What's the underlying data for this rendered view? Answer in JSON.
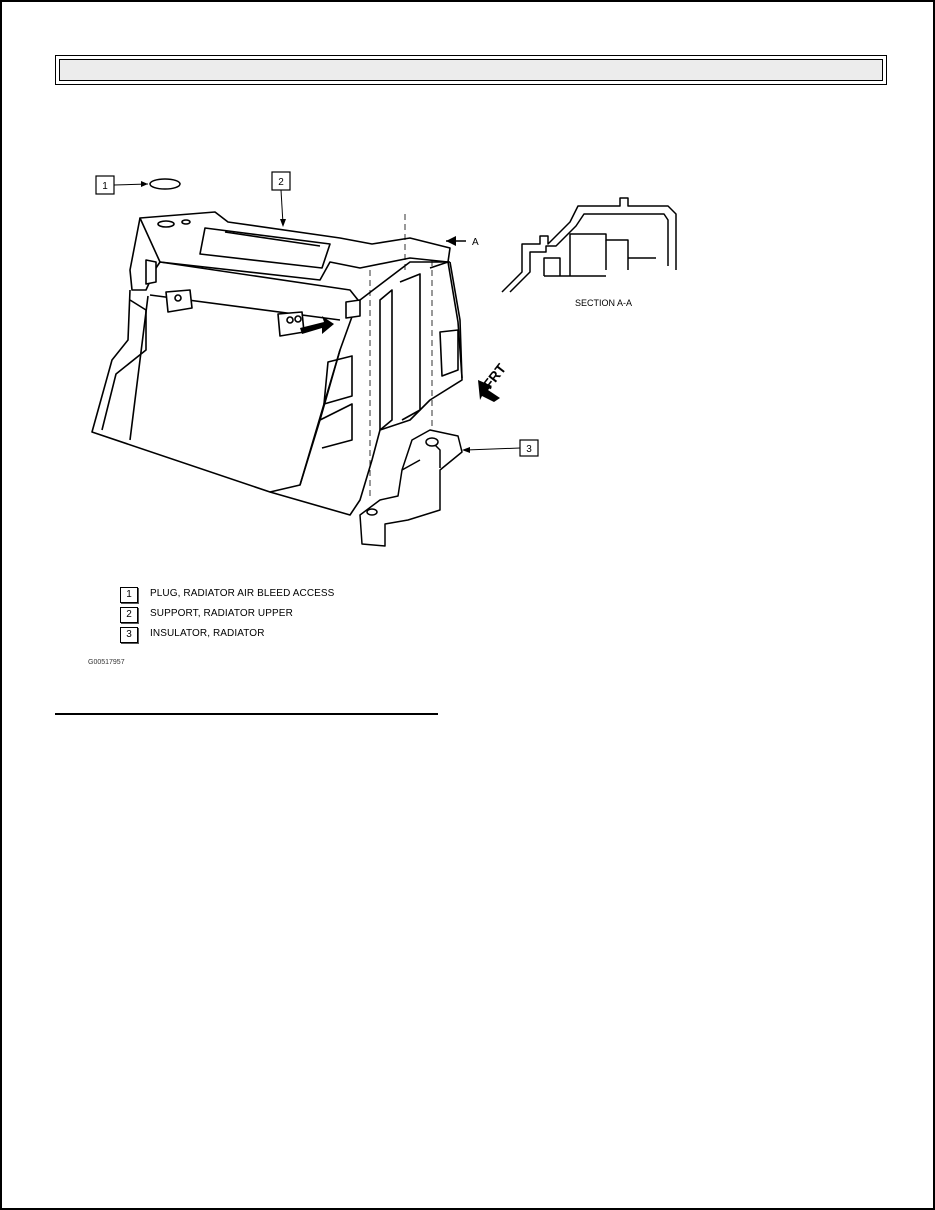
{
  "diagram": {
    "callouts": [
      {
        "num": "1"
      },
      {
        "num": "2"
      },
      {
        "num": "3"
      }
    ],
    "section_marker": "A",
    "section_label": "SECTION A-A",
    "front_label": "FRT"
  },
  "legend": [
    {
      "num": "1",
      "text": "PLUG, RADIATOR AIR BLEED ACCESS"
    },
    {
      "num": "2",
      "text": "SUPPORT, RADIATOR UPPER"
    },
    {
      "num": "3",
      "text": "INSULATOR, RADIATOR"
    }
  ],
  "figure_id": "G00517957"
}
